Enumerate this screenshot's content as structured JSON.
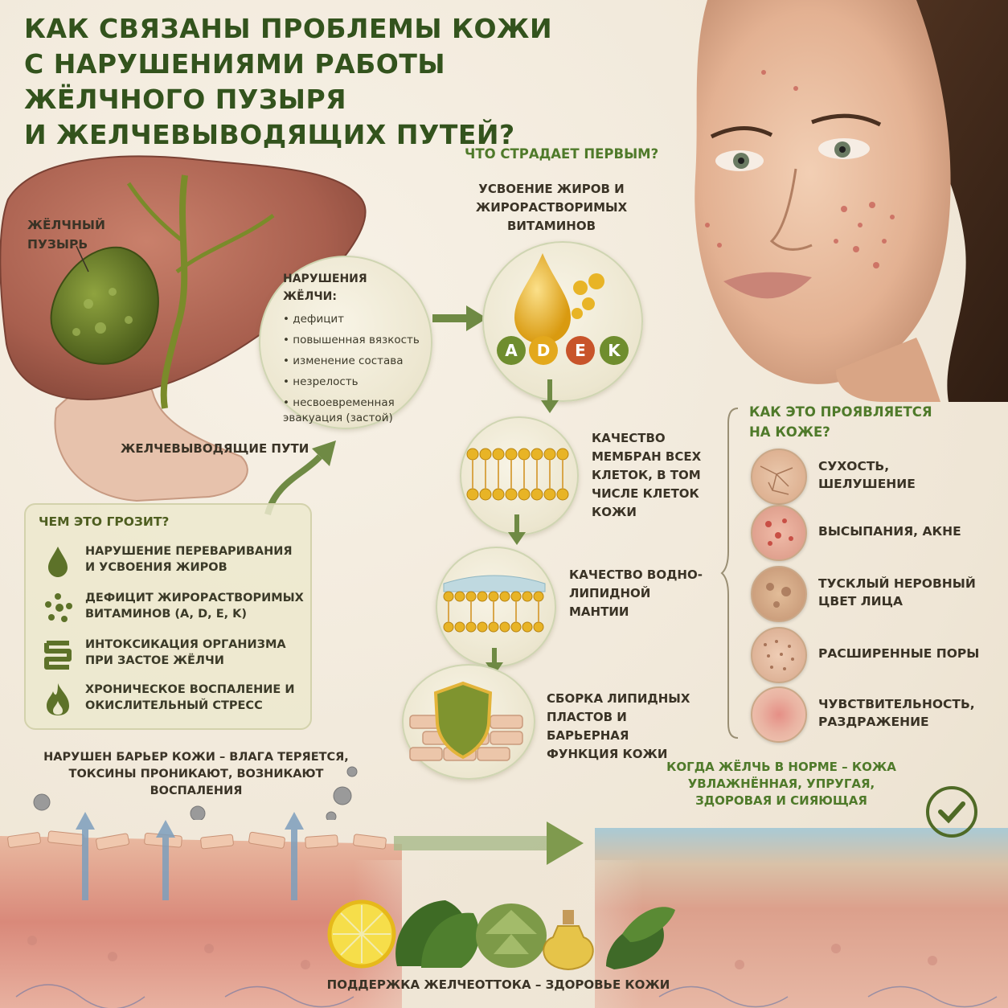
{
  "title": {
    "lines": [
      "КАК СВЯЗАНЫ ПРОБЛЕМЫ КОЖИ",
      "С НАРУШЕНИЯМИ РАБОТЫ",
      "ЖЁЛЧНОГО ПУЗЫРЯ",
      "И ЖЕЛЧЕВЫВОДЯЩИХ ПУТЕЙ?"
    ]
  },
  "liver": {
    "gallbladder_label": "ЖЁЛЧНЫЙ ПУЗЫРЬ",
    "ducts_label": "ЖЕЛЧЕВЫВОДЯЩИЕ ПУТИ"
  },
  "bile": {
    "heading": "НАРУШЕНИЯ ЖЁЛЧИ:",
    "items": [
      "дефицит",
      "повышенная вязкость",
      "изменение состава",
      "незрелость",
      "несвоевременная эвакуация (застой)"
    ]
  },
  "threats": {
    "heading": "ЧЕМ ЭТО ГРОЗИТ?",
    "items": [
      {
        "icon": "drop-icon",
        "text": "НАРУШЕНИЕ ПЕРЕВАРИВАНИЯ И УСВОЕНИЯ ЖИРОВ"
      },
      {
        "icon": "dots-icon",
        "text": "ДЕФИЦИТ ЖИРОРАСТВОРИМЫХ ВИТАМИНОВ (A, D, E, K)"
      },
      {
        "icon": "intestine-icon",
        "text": "ИНТОКСИКАЦИЯ ОРГАНИЗМА ПРИ ЗАСТОЕ ЖЁЛЧИ"
      },
      {
        "icon": "flame-icon",
        "text": "ХРОНИЧЕСКОЕ ВОСПАЛЕНИЕ И ОКИСЛИТЕЛЬНЫЙ СТРЕСС"
      }
    ]
  },
  "chain": {
    "heading": "ЧТО СТРАДАЕТ ПЕРВЫМ?",
    "step1": "УСВОЕНИЕ ЖИРОВ И ЖИРОРАСТВОРИМЫХ ВИТАМИНОВ",
    "vitamins": [
      "A",
      "D",
      "E",
      "K"
    ],
    "step2": "КАЧЕСТВО МЕМБРАН ВСЕХ КЛЕТОК, В ТОМ ЧИСЛЕ КЛЕТОК КОЖИ",
    "step3": "КАЧЕСТВО ВОДНО-ЛИПИДНОЙ МАНТИИ",
    "step4": "СБОРКА ЛИПИДНЫХ ПЛАСТОВ И БАРЬЕРНАЯ ФУНКЦИЯ КОЖИ"
  },
  "skin": {
    "heading": "КАК ЭТО ПРОЯВЛЯЕТСЯ НА КОЖЕ?",
    "items": [
      {
        "text": "СУХОСТЬ, ШЕЛУШЕНИЕ",
        "tone": "#e2b99a"
      },
      {
        "text": "ВЫСЫПАНИЯ, АКНЕ",
        "tone": "#e6a994"
      },
      {
        "text": "ТУСКЛЫЙ НЕРОВНЫЙ ЦВЕТ ЛИЦА",
        "tone": "#d6ae8a"
      },
      {
        "text": "РАСШИРЕННЫЕ ПОРЫ",
        "tone": "#e3bea3"
      },
      {
        "text": "ЧУВСТВИТЕЛЬНОСТЬ, РАЗДРАЖЕНИЕ",
        "tone": "#eab0a0"
      }
    ]
  },
  "barrier_bad": "НАРУШЕН БАРЬЕР КОЖИ – ВЛАГА ТЕРЯЕТСЯ, ТОКСИНЫ ПРОНИКАЮТ, ВОЗНИКАЮТ ВОСПАЛЕНИЯ",
  "barrier_good": "КОГДА ЖЁЛЧЬ В НОРМЕ – КОЖА УВЛАЖНЁННАЯ, УПРУГАЯ, ЗДОРОВАЯ И СИЯЮЩАЯ",
  "footer": "ПОДДЕРЖКА ЖЕЛЧЕОТТОКА – ЗДОРОВЬЕ КОЖИ",
  "colors": {
    "title_green": "#33531d",
    "accent_green": "#4f7a2a",
    "bile_green": "#6b8b2e",
    "gold": "#e3a81c"
  }
}
